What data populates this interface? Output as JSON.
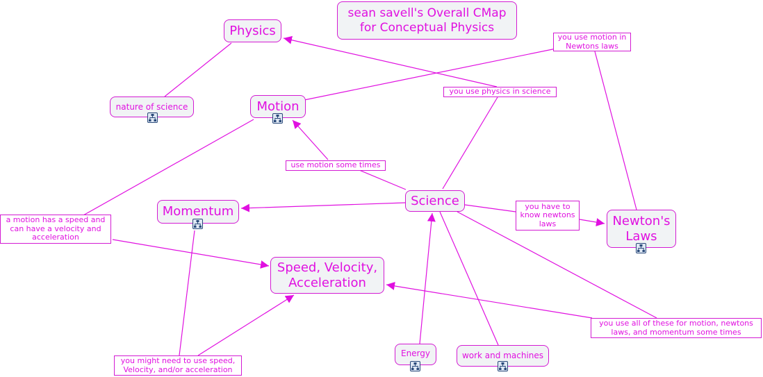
{
  "colors": {
    "accent": "#e010e0",
    "node_fill": "#f1f3f5",
    "node_border": "#d31ad3",
    "icon_border": "#2a4a7a"
  },
  "title": "sean savell's Overall CMap for Conceptual Physics",
  "concepts": {
    "physics": "Physics",
    "motion": "Motion",
    "science": "Science",
    "momentum": "Momentum",
    "newtons_laws": "Newton's Laws",
    "speed_velocity_acceleration": "Speed, Velocity, Acceleration",
    "nature_of_science": "nature of science",
    "energy": "Energy",
    "work_and_machines": "work and machines"
  },
  "linking_phrases": {
    "use_motion_in_newtons_laws": "you use motion in Newtons laws",
    "use_physics_in_science": "you use physics in science",
    "use_motion_some_times": "use motion some times",
    "have_to_know_newtons_laws": "you have to know newtons laws",
    "motion_has_speed": "a motion has a speed and can have a velocity and acceleration",
    "use_all_of_these": "you use all of these for motion, newtons laws, and momentum some times",
    "might_need_speed": "you might need to use speed, Velocity, and/or acceleration"
  },
  "icons": {
    "concept_map_icon": "submap-icon"
  }
}
